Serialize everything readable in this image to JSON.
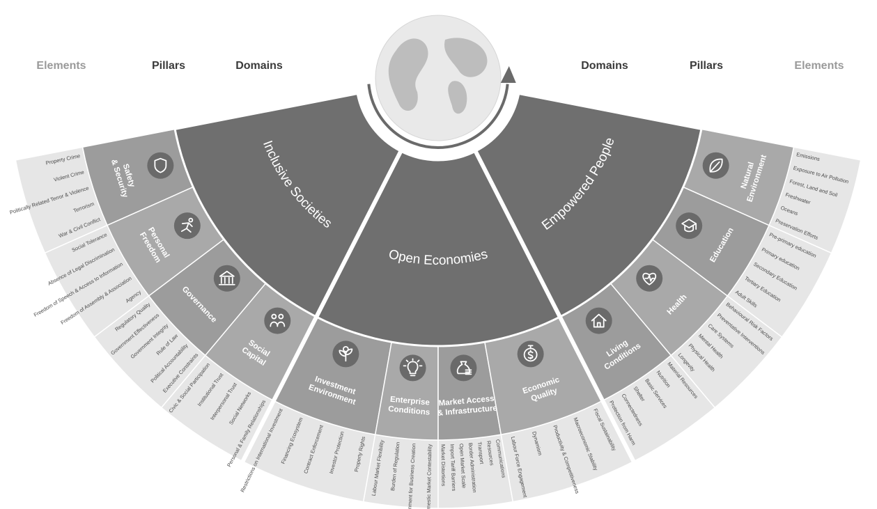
{
  "headers": {
    "left_elements": "Elements",
    "left_pillars": "Pillars",
    "left_domains": "Domains",
    "right_domains": "Domains",
    "right_pillars": "Pillars",
    "right_elements": "Elements"
  },
  "colors": {
    "domain": "#6f6f6f",
    "pillar_outer": "#9c9c9c",
    "pillar_alt": "#a9a9a9",
    "element_band": "#e6e6e6",
    "icon": "#6a6a6a",
    "globe_land": "#bdbdbd",
    "globe_sea": "#ffffff"
  },
  "domains": [
    {
      "name": "Inclusive Societies",
      "icon": "globe-center"
    },
    {
      "name": "Open Economies"
    },
    {
      "name": "Empowered People"
    }
  ],
  "pillars": [
    {
      "label_lines": [
        "Safety",
        "& Security"
      ],
      "icon": "shield-icon",
      "elements": [
        "War & Civil Conflict",
        "Terrorism",
        "Politically Related Terror & Violence",
        "Violent Crime",
        "Property Crime"
      ]
    },
    {
      "label_lines": [
        "Personal",
        "Freedom"
      ],
      "icon": "running-person-icon",
      "elements": [
        "Agency",
        "Freedom of Assembly & Association",
        "Freedom of Speech & Access to Information",
        "Absence of Legal Discrimination",
        "Social Tolerance"
      ]
    },
    {
      "label_lines": [
        "Governance"
      ],
      "icon": "government-building-icon",
      "elements": [
        "Executive Constraints",
        "Political Accountability",
        "Rule of Law",
        "Government Integrity",
        "Government Effectiveness",
        "Regulatory Quality"
      ]
    },
    {
      "label_lines": [
        "Social",
        "Capital"
      ],
      "icon": "people-group-icon",
      "elements": [
        "Personal & Family Relationships",
        "Social Networks",
        "Interpersonal Trust",
        "Institutional Trust",
        "Civic & Social Participation"
      ]
    },
    {
      "label_lines": [
        "Investment",
        "Environment"
      ],
      "icon": "money-plant-icon",
      "elements": [
        "Property Rights",
        "Investor Protection",
        "Contract Enforcement",
        "Financing Ecosystem",
        "Restrictions on International Investment"
      ]
    },
    {
      "label_lines": [
        "Enterprise",
        "Conditions"
      ],
      "icon": "lightbulb-icon",
      "elements": [
        "Domestic Market Contestability",
        "Environment for Business Creation",
        "Burden of Regulation",
        "Labour Market Flexibility"
      ]
    },
    {
      "label_lines": [
        "Market Access",
        "& Infrastructure"
      ],
      "icon": "money-bag-icon",
      "elements": [
        "Communications",
        "Resources",
        "Transport",
        "Border Administration",
        "Open Market Scale",
        "Import Tariff Barriers",
        "Market Distortions"
      ]
    },
    {
      "label_lines": [
        "Economic",
        "Quality"
      ],
      "icon": "dollar-timer-icon",
      "elements": [
        "Fiscal Sustainability",
        "Macroeconomic Stability",
        "Productivity & Competitiveness",
        "Dynamism",
        "Labour Force Engagement"
      ]
    },
    {
      "label_lines": [
        "Living",
        "Conditions"
      ],
      "icon": "house-icon",
      "elements": [
        "Material Resources",
        "Nutrition",
        "Basic Services",
        "Shelter",
        "Connectedness",
        "Protection from Harm"
      ]
    },
    {
      "label_lines": [
        "Health"
      ],
      "icon": "heart-health-icon",
      "elements": [
        "Behavioural Risk Factors",
        "Preventative Interventions",
        "Care Systems",
        "Mental Health",
        "Physical Health",
        "Longevity"
      ]
    },
    {
      "label_lines": [
        "Education"
      ],
      "icon": "graduation-icon",
      "elements": [
        "Pre-primary education",
        "Primary education",
        "Secondary Education",
        "Tertiary Education",
        "Adult Skills"
      ]
    },
    {
      "label_lines": [
        "Natural",
        "Environment"
      ],
      "icon": "leaf-icon",
      "elements": [
        "Emissions",
        "Exposure to Air Pollution",
        "Forest, Land and Soil",
        "Freshwater",
        "Oceans",
        "Preservation Efforts"
      ]
    }
  ]
}
